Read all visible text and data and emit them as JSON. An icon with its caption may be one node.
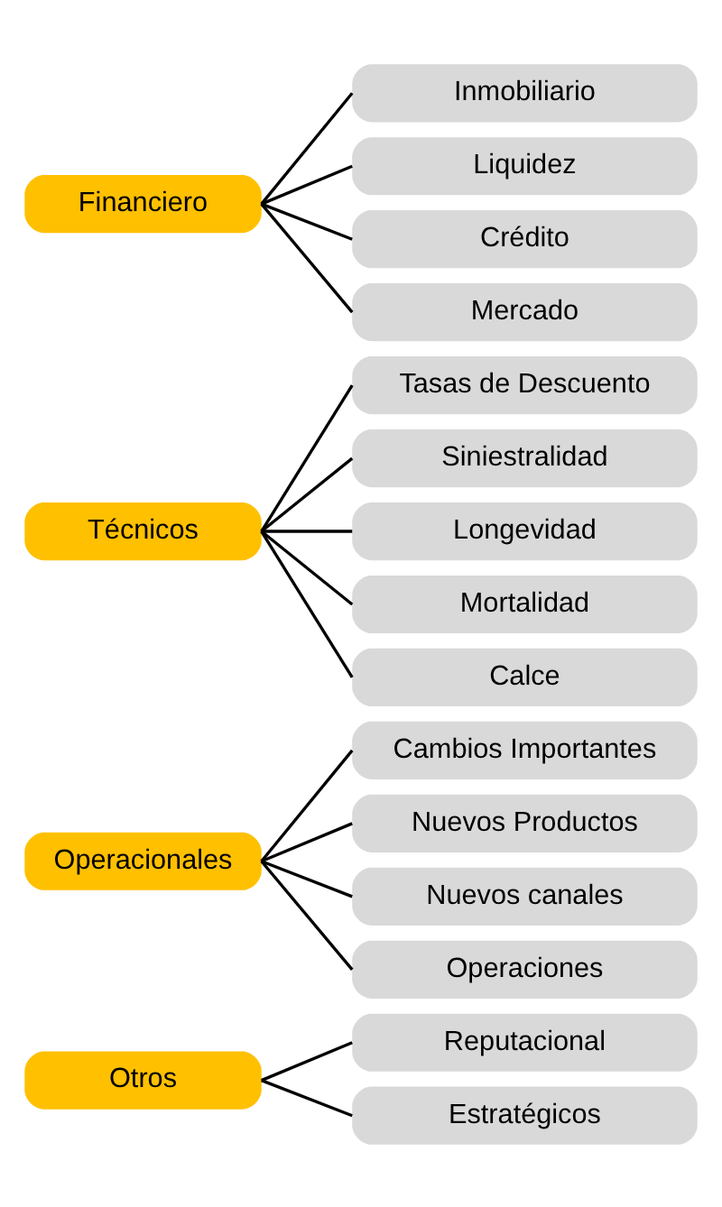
{
  "diagram": {
    "nodes": [
      {
        "text": [
          "Financiero"
        ]
      },
      {
        "text": [
          "Mercado"
        ]
      },
      {
        "text": [
          "Crédito"
        ]
      },
      {
        "text": [
          "Liquidez"
        ]
      },
      {
        "text": [
          "Inmobiliario"
        ]
      },
      {
        "text": [
          "Técnicos"
        ]
      },
      {
        "text": [
          "Calce"
        ]
      },
      {
        "text": [
          "Mortalidad"
        ]
      },
      {
        "text": [
          "Longevidad"
        ]
      },
      {
        "text": [
          "Siniestralidad"
        ]
      },
      {
        "text": [
          "Tasas de Descuento"
        ]
      },
      {
        "text": [
          "Operacionales"
        ]
      },
      {
        "text": [
          "Operaciones"
        ]
      },
      {
        "text": [
          "Nuevos canales"
        ]
      },
      {
        "text": [
          "Nuevos Productos"
        ]
      },
      {
        "text": [
          "Cambios Importantes"
        ]
      },
      {
        "text": [
          "Otros"
        ]
      },
      {
        "text": [
          "Estratégicos"
        ]
      },
      {
        "text": [
          "Reputacional"
        ]
      }
    ],
    "edges": [
      {
        "from": 0,
        "to": 1,
        "arrow": "none"
      },
      {
        "from": 0,
        "to": 2,
        "arrow": "none"
      },
      {
        "from": 0,
        "to": 3,
        "arrow": "none"
      },
      {
        "from": 0,
        "to": 4,
        "arrow": "none"
      },
      {
        "from": 5,
        "to": 6,
        "arrow": "none"
      },
      {
        "from": 5,
        "to": 7,
        "arrow": "none"
      },
      {
        "from": 5,
        "to": 8,
        "arrow": "none"
      },
      {
        "from": 5,
        "to": 9,
        "arrow": "none"
      },
      {
        "from": 5,
        "to": 10,
        "arrow": "none"
      },
      {
        "from": 11,
        "to": 12,
        "arrow": "none"
      },
      {
        "from": 11,
        "to": 13,
        "arrow": "none"
      },
      {
        "from": 11,
        "to": 14,
        "arrow": "none"
      },
      {
        "from": 11,
        "to": 15,
        "arrow": "none"
      },
      {
        "from": 16,
        "to": 17,
        "arrow": "none"
      },
      {
        "from": 16,
        "to": 18,
        "arrow": "none"
      }
    ]
  }
}
